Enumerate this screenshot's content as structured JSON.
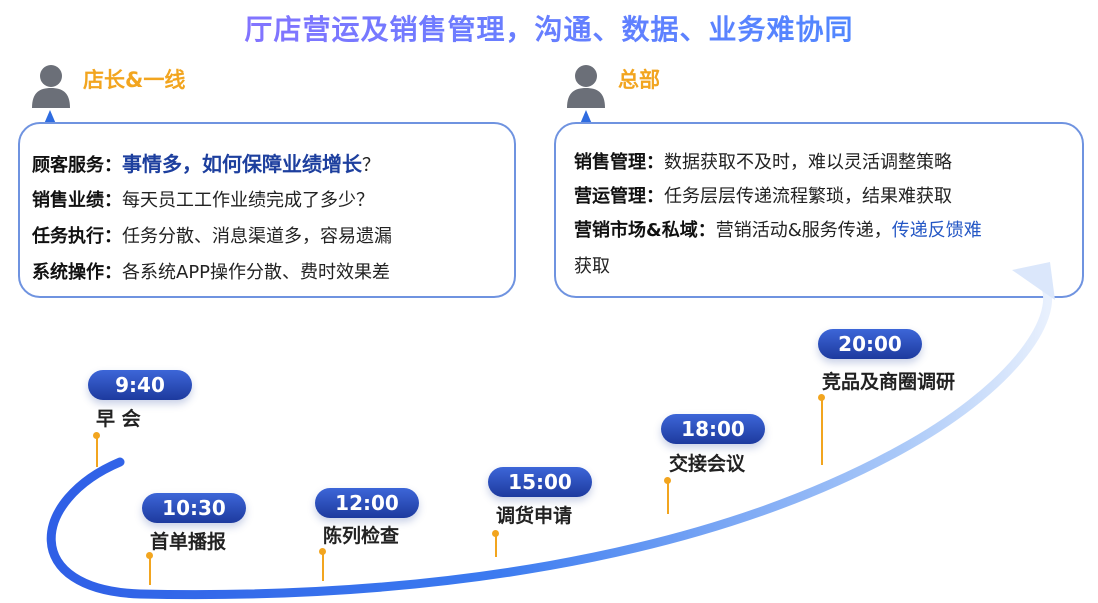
{
  "title": "厅店营运及销售管理，沟通、数据、业务难协同",
  "colors": {
    "accent_orange": "#f2a51f",
    "deep_blue": "#1d3a9e",
    "border_blue": "#6f93e0",
    "title_purple": "#9b6bff"
  },
  "store": {
    "icon": "person-icon",
    "label": "店长&一线",
    "rows": [
      {
        "key": "顾客服务：",
        "value": "事情多，如何保障业绩增长",
        "suffix": "？"
      },
      {
        "key": "销售业绩：",
        "value": "每天员工工作业绩完成了多少？"
      },
      {
        "key": "任务执行：",
        "value": "任务分散、消息渠道多，容易遗漏"
      },
      {
        "key": "系统操作：",
        "value": "各系统APP操作分散、费时效果差"
      }
    ]
  },
  "hq": {
    "icon": "person-icon",
    "label": "总部",
    "rows": [
      {
        "key": "销售管理：",
        "value": "数据获取不及时，难以灵活调整策略"
      },
      {
        "key": "营运管理：",
        "value": "任务层层传递流程繁琐，结果难获取"
      },
      {
        "key": "营销市场&私域：",
        "value": "营销活动&服务传递，",
        "value_blue": "传递反馈难",
        "line2": "获取"
      }
    ]
  },
  "timeline": [
    {
      "time": "9:40",
      "label": "早 会"
    },
    {
      "time": "10:30",
      "label": "首单播报"
    },
    {
      "time": "12:00",
      "label": "陈列检查"
    },
    {
      "time": "15:00",
      "label": "调货申请"
    },
    {
      "time": "18:00",
      "label": "交接会议"
    },
    {
      "time": "20:00",
      "label": "竞品及商圈调研"
    }
  ]
}
